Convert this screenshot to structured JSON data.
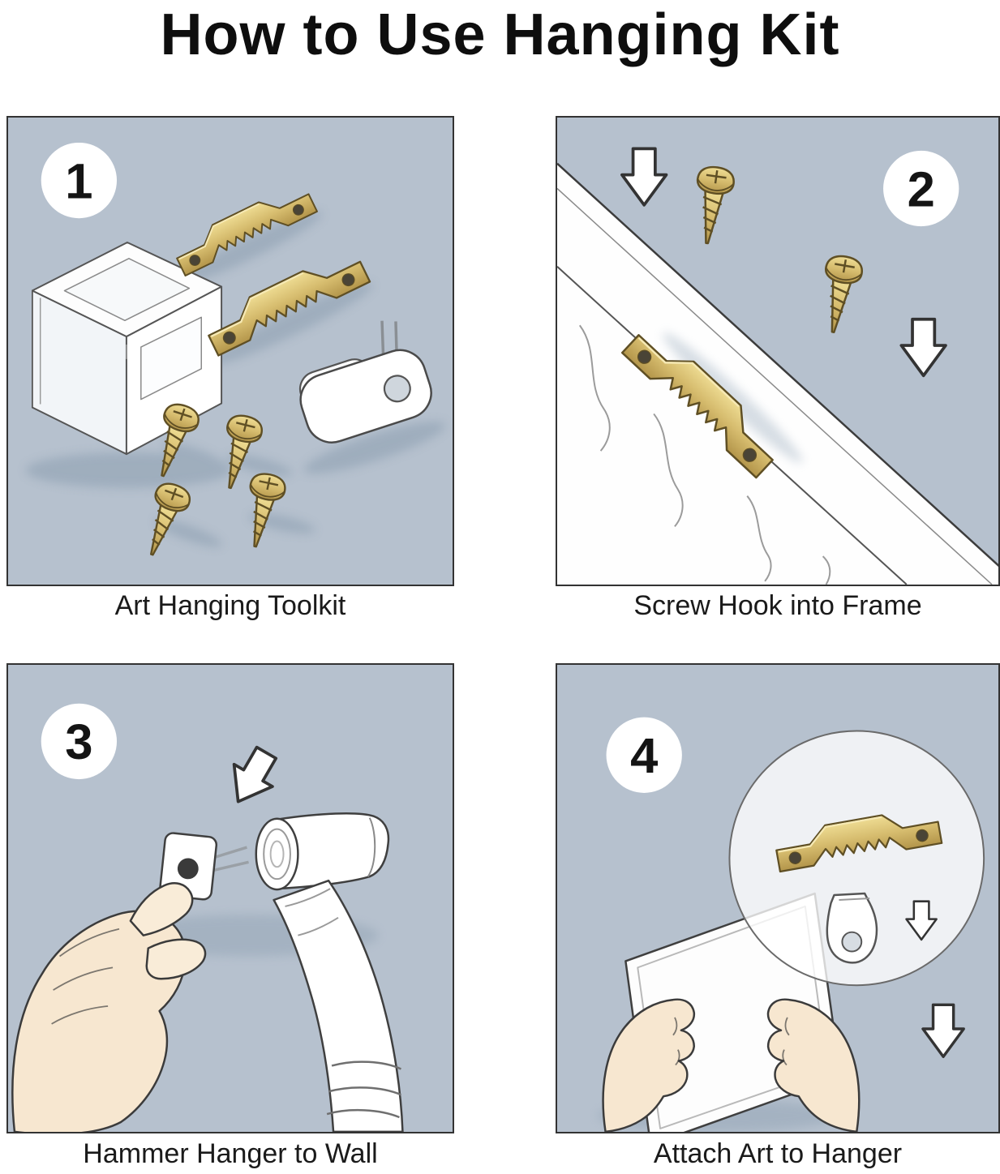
{
  "title": "How to Use Hanging  Kit",
  "panels": [
    {
      "number": "1",
      "caption": "Art Hanging Toolkit"
    },
    {
      "number": "2",
      "caption": "Screw Hook into Frame"
    },
    {
      "number": "3",
      "caption": "Hammer Hanger to Wall"
    },
    {
      "number": "4",
      "caption": "Attach Art to Hanger"
    }
  ],
  "colors": {
    "panel_background": "#b6c1ce",
    "brass": "#d6bc6e",
    "outline": "#333333",
    "skin": "#f7e7d0",
    "white": "#ffffff"
  },
  "icons": [
    "sawtooth-hanger-icon",
    "screw-icon",
    "storage-box-icon",
    "wall-hanger-icon",
    "down-arrow-icon",
    "hammer-icon",
    "hand-icon",
    "picture-frame-icon",
    "magnifier-circle",
    "wall-hook-icon"
  ]
}
